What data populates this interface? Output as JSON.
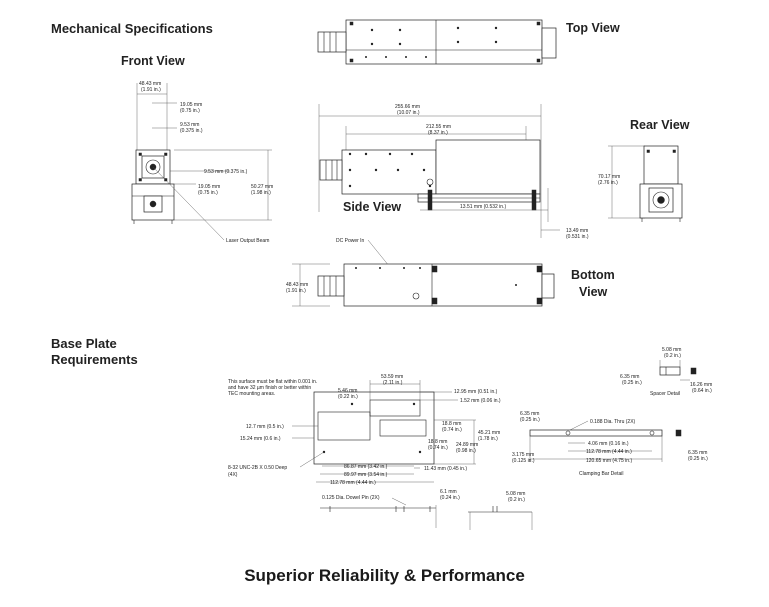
{
  "headings": {
    "mechanical": "Mechanical Specifications",
    "base_plate_line1": "Base Plate",
    "base_plate_line2": "Requirements"
  },
  "views": {
    "front": "Front View",
    "top": "Top View",
    "rear": "Rear View",
    "side": "Side View",
    "bottom_line1": "Bottom",
    "bottom_line2": "View"
  },
  "labels": {
    "laser_output_beam": "Laser Output Beam",
    "dc_power_in": "DC Power In",
    "flat_note_1": "This surface must be flat within 0.001 in.",
    "flat_note_2": "and have 32 µm finish or better within",
    "flat_note_3": "TEC mounting areas.",
    "unc_1": "8-32 UNC-2B X 0.50 Deep",
    "unc_2": "(4X)",
    "dowel_pin": "0.125 Dia. Dowel Pin (2X)",
    "thru_hole": "0.188 Dia. Thru (2X)",
    "spacer_detail": "Spacer Detail",
    "clamping_bar_detail": "Clamping Bar Detail"
  },
  "dimensions": {
    "front_width": [
      "48.43 mm",
      "(1.91 in.)"
    ],
    "front_19_05_top": [
      "19.05 mm",
      "(0.75 in.)"
    ],
    "front_9_53": [
      "9.53 mm",
      "(0.375 in.)"
    ],
    "front_9_53_inline": "9.53 mm (0.375 in.)",
    "front_19_05_low": [
      "19.05 mm",
      "(0.75 in.)"
    ],
    "front_50_27": [
      "50.27 mm",
      "(1.98 in.)"
    ],
    "side_255": [
      "255.66 mm",
      "(10.07 in.)"
    ],
    "side_212": [
      "212.55 mm",
      "(8.37 in.)"
    ],
    "side_13_51": "13.51 mm (0.532 in.)",
    "side_13_49": [
      "13.49 mm",
      "(0.531 in.)"
    ],
    "rear_70_17": [
      "70.17 mm",
      "(2.76 in.)"
    ],
    "bottom_48_43": [
      "48.43 mm",
      "(1.91 in.)"
    ],
    "bp_53_59": [
      "53.59 mm",
      "(2.11 in.)"
    ],
    "bp_5_46": [
      "5.46 mm",
      "(0.22 in.)"
    ],
    "bp_12_95": "12.95 mm (0.51 in.)",
    "bp_1_52": "1.52 mm (0.06 in.)",
    "bp_12_7": "12.7 mm (0.5 in.)",
    "bp_15_24": "15.24 mm (0.6 in.)",
    "bp_18_8_a": [
      "18.8 mm",
      "(0.74 in.)"
    ],
    "bp_45_21": [
      "45.21 mm",
      "(1.78 in.)"
    ],
    "bp_18_8_b": [
      "18.8 mm",
      "(0.74 in.)"
    ],
    "bp_24_89": [
      "24.89 mm",
      "(0.98 in.)"
    ],
    "bp_86_87": "86.87 mm (3.42 in.)",
    "bp_89_97": "89.97 mm (3.54 in.)",
    "bp_112_78": "112.78 mm (4.44 in.)",
    "bp_11_43": "11.43 mm (0.45 in.)",
    "bp_6_1": [
      "6.1 mm",
      "(0.24 in.)"
    ],
    "bp_5_08": [
      "5.08 mm",
      "(0.2 in.)"
    ],
    "sp_5_08": [
      "5.08 mm",
      "(0.2 in.)"
    ],
    "sp_6_35": [
      "6.35 mm",
      "(0.25 in.)"
    ],
    "sp_16_26": [
      "16.26 mm",
      "(0.64 in.)"
    ],
    "cb_6_35_top": [
      "6.35 mm",
      "(0.25 in.)"
    ],
    "cb_3_175": [
      "3.175 mm",
      "(0.125 in.)"
    ],
    "cb_4_06": "4.06 mm (0.16 in.)",
    "cb_112_78": "112.78 mm (4.44 in.)",
    "cb_120_65": "120.65 mm (4.75 in.)",
    "cb_6_35_right": [
      "6.35 mm",
      "(0.25 in.)"
    ]
  },
  "footer": "Superior Reliability & Performance"
}
